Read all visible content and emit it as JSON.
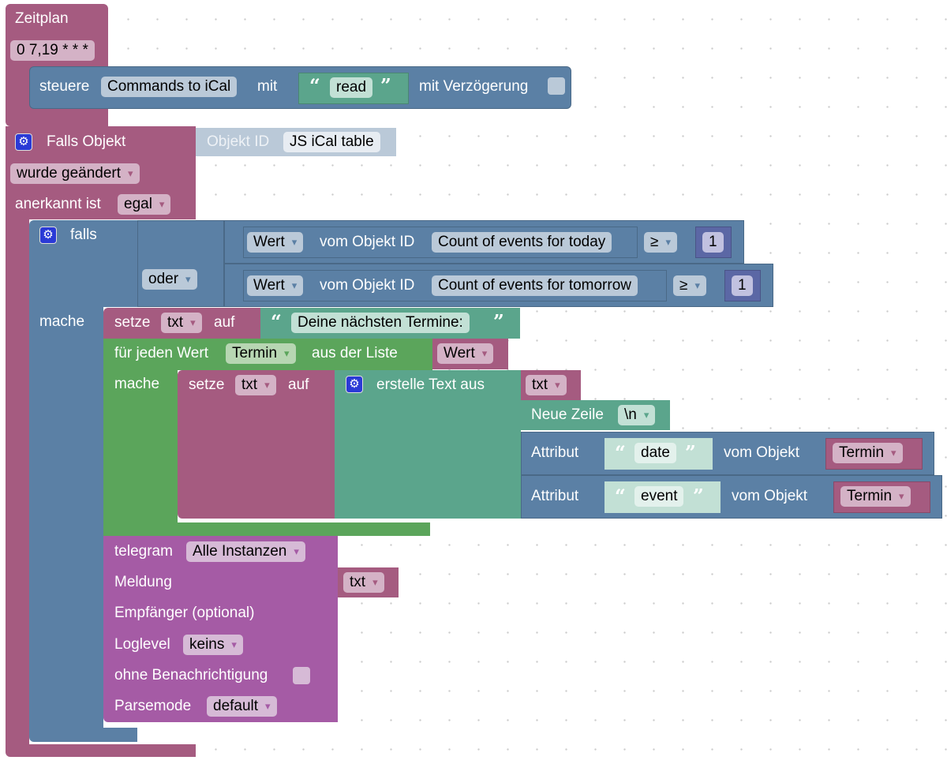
{
  "schedule": {
    "title": "Zeitplan",
    "cron": "0 7,19 * * *"
  },
  "control": {
    "label": "steuere",
    "target": "Commands to iCal",
    "with": "mit",
    "value": "read",
    "delay_label": "mit Verzögerung"
  },
  "trigger": {
    "title": "Falls Objekt",
    "objid_label": "Objekt ID",
    "objid": "JS iCal table",
    "changed": "wurde geändert",
    "ack_label": "anerkannt ist",
    "ack": "egal"
  },
  "if_block": {
    "falls": "falls",
    "oder": "oder",
    "mache": "mache",
    "cond1": {
      "mode": "Wert",
      "label": "vom Objekt ID",
      "object": "Count of events for today",
      "op": "≥",
      "value": "1"
    },
    "cond2": {
      "mode": "Wert",
      "label": "vom Objekt ID",
      "object": "Count of events for tomorrow",
      "op": "≥",
      "value": "1"
    }
  },
  "set1": {
    "label": "setze",
    "var": "txt",
    "auf": "auf",
    "text": "Deine nächsten Termine:"
  },
  "foreach": {
    "label": "für jeden Wert",
    "var": "Termin",
    "from": "aus der Liste",
    "list": "Wert",
    "mache": "mache"
  },
  "set2": {
    "label": "setze",
    "var": "txt",
    "auf": "auf",
    "join": "erstelle Text aus",
    "item1": "txt",
    "newline_label": "Neue Zeile",
    "newline": "\\n",
    "attr1": {
      "label": "Attribut",
      "name": "date",
      "of": "vom Objekt",
      "obj": "Termin"
    },
    "attr2": {
      "label": "Attribut",
      "name": "event",
      "of": "vom Objekt",
      "obj": "Termin"
    }
  },
  "telegram": {
    "label": "telegram",
    "instance": "Alle Instanzen",
    "message_label": "Meldung",
    "message": "txt",
    "recipient_label": "Empfänger (optional)",
    "loglevel_label": "Loglevel",
    "loglevel": "keins",
    "silent_label": "ohne Benachrichtigung",
    "parsemode_label": "Parsemode",
    "parsemode": "default"
  }
}
